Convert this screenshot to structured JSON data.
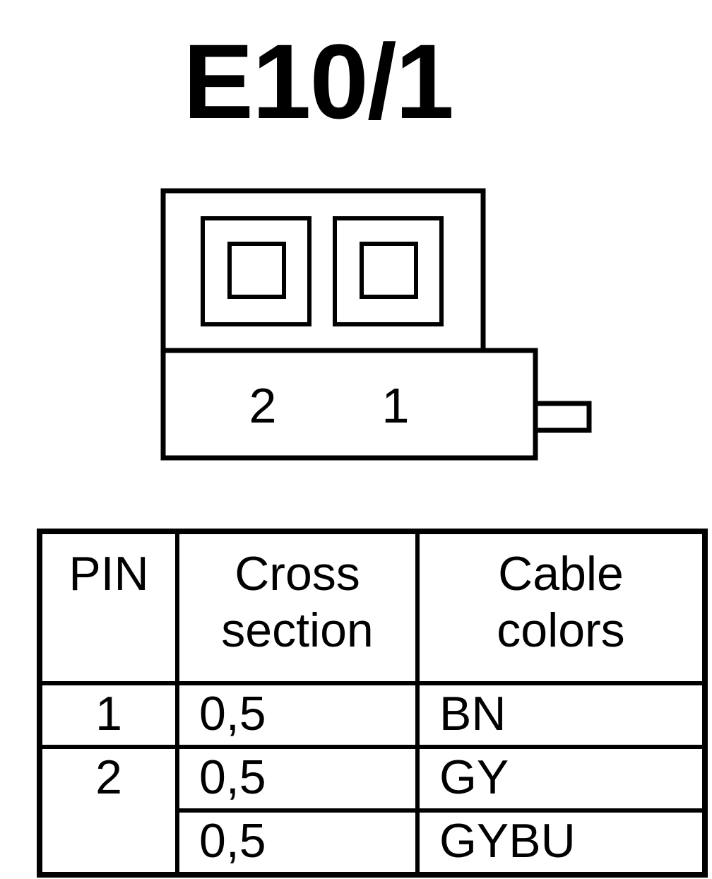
{
  "title": "E10/1",
  "connector": {
    "pin_labels": [
      "2",
      "1"
    ]
  },
  "table": {
    "headers": {
      "pin": "PIN",
      "cross_section": [
        "Cross",
        "section"
      ],
      "cable_colors": [
        "Cable",
        "colors"
      ]
    },
    "rows": [
      {
        "pin": "1",
        "cross_section": "0,5",
        "cable_color": "BN"
      },
      {
        "pin": "2",
        "cross_section": "0,5",
        "cable_color": "GY"
      },
      {
        "pin": "",
        "cross_section": "0,5",
        "cable_color": "GYBU"
      }
    ]
  }
}
